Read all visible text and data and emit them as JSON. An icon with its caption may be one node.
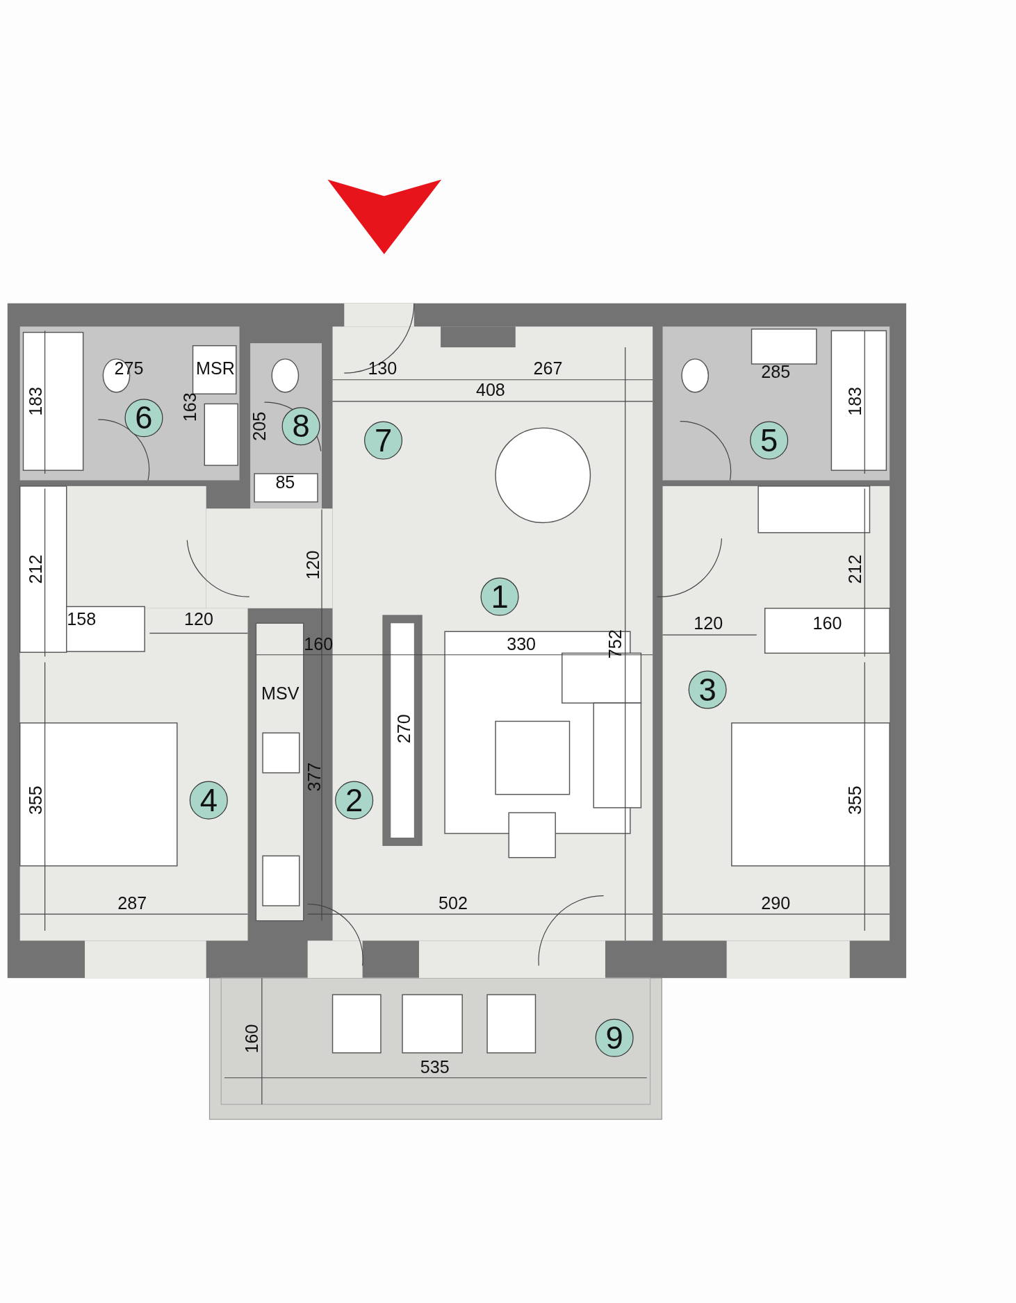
{
  "diagram": {
    "nodes": [
      {
        "text": [
          "6"
        ]
      },
      {
        "text": [
          "8"
        ]
      },
      {
        "text": [
          "7"
        ]
      },
      {
        "text": [
          "5"
        ]
      },
      {
        "text": [
          "1"
        ]
      },
      {
        "text": [
          "3"
        ]
      },
      {
        "text": [
          "4"
        ]
      },
      {
        "text": [
          "2"
        ]
      },
      {
        "text": [
          "9"
        ]
      }
    ],
    "labels": [
      "275",
      "MSR",
      "130",
      "267",
      "285",
      "408",
      "183",
      "163",
      "183",
      "205",
      "85",
      "212",
      "120",
      "212",
      "158",
      "120",
      "120",
      "160",
      "160",
      "330",
      "752",
      "MSV",
      "270",
      "377",
      "355",
      "355",
      "287",
      "502",
      "290",
      "160",
      "535"
    ]
  }
}
